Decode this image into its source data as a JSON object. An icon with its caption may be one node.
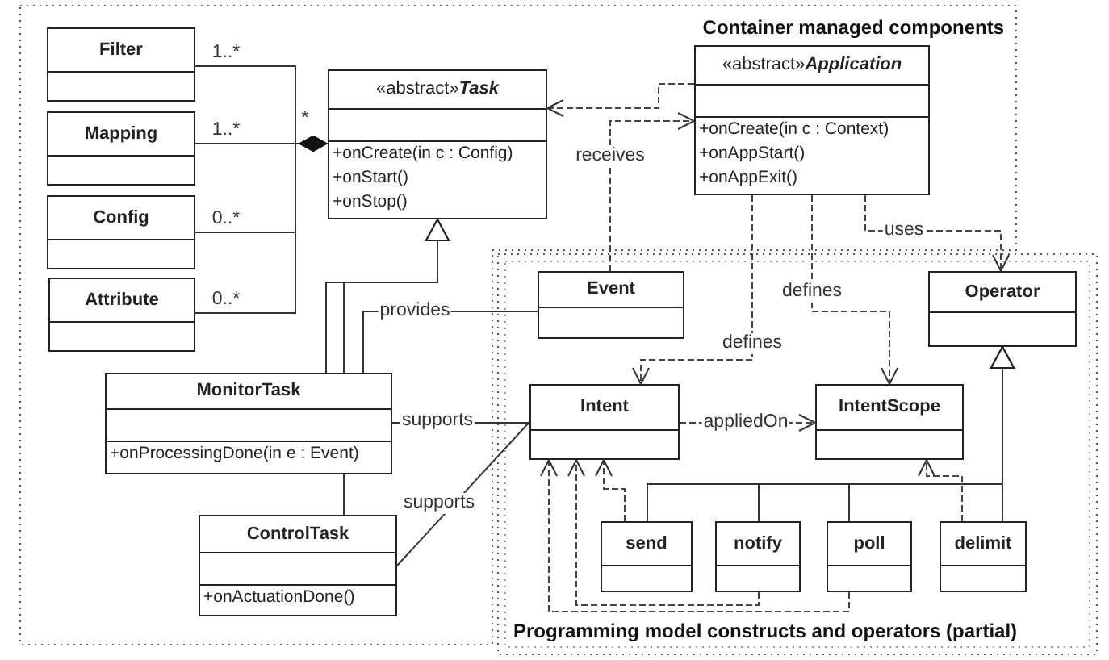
{
  "diagram": {
    "nodes": [
      {
        "text": [
          "Container managed components"
        ]
      },
      {
        "text": [
          "Filter"
        ],
        "in": 0
      },
      {
        "text": [
          "Mapping"
        ],
        "in": 0
      },
      {
        "text": [
          "Config"
        ],
        "in": 0
      },
      {
        "text": [
          "Attribute"
        ],
        "in": 0
      },
      {
        "text": [
          "«abstract»**Task**",
          "+onCreate(in c : Config)",
          "+onStart()",
          "+onStop()"
        ],
        "in": 0
      },
      {
        "text": [
          "«abstract»**Application**",
          "+onCreate(in c : Context)",
          "+onAppStart()",
          "+onAppExit()"
        ],
        "in": 0
      },
      {
        "text": [
          "MonitorTask",
          "+onProcessingDone(in e : Event)"
        ],
        "in": 0
      },
      {
        "text": [
          "ControlTask",
          "+onActuationDone()"
        ],
        "in": 0
      },
      {
        "text": [
          "Programming model constructs and operators (partial)"
        ]
      },
      {
        "text": [
          "Event"
        ],
        "in": 9
      },
      {
        "text": [
          "Operator"
        ],
        "in": 9
      },
      {
        "text": [
          "Intent"
        ],
        "in": 9
      },
      {
        "text": [
          "IntentScope"
        ],
        "in": 9
      },
      {
        "text": [
          "send"
        ],
        "in": 9
      },
      {
        "text": [
          "notify"
        ],
        "in": 9
      },
      {
        "text": [
          "poll"
        ],
        "in": 9
      },
      {
        "text": [
          "delimit"
        ],
        "in": 9
      }
    ],
    "edges": [
      {
        "from": 1,
        "to": 5,
        "arrow": "other",
        "label": "1..*"
      },
      {
        "from": 2,
        "to": 5,
        "arrow": "other",
        "label": "1..*"
      },
      {
        "from": 3,
        "to": 5,
        "arrow": "other",
        "label": "0..*"
      },
      {
        "from": 4,
        "to": 5,
        "arrow": "other",
        "label": "0..*"
      },
      {
        "from": 6,
        "to": 5,
        "arrow": "to",
        "style": "dashed"
      },
      {
        "from": 10,
        "to": 6,
        "arrow": "to",
        "style": "dashed",
        "label": "receives"
      },
      {
        "from": 6,
        "to": 11,
        "arrow": "to",
        "style": "dashed",
        "label": "uses"
      },
      {
        "from": 6,
        "to": 12,
        "arrow": "to",
        "style": "dashed",
        "label": "defines"
      },
      {
        "from": 6,
        "to": 13,
        "arrow": "to",
        "style": "dashed",
        "label": "defines"
      },
      {
        "from": 12,
        "to": 13,
        "arrow": "to",
        "style": "dashed",
        "label": "appliedOn"
      },
      {
        "from": 7,
        "to": 5,
        "arrow": "to"
      },
      {
        "from": 7,
        "to": 5,
        "arrow": "to"
      },
      {
        "from": 8,
        "to": 7,
        "arrow": "none"
      },
      {
        "from": 7,
        "to": 10,
        "arrow": "none",
        "label": "provides"
      },
      {
        "from": 7,
        "to": 12,
        "arrow": "none",
        "label": "supports"
      },
      {
        "from": 8,
        "to": 12,
        "arrow": "none",
        "label": "supports"
      },
      {
        "from": 14,
        "to": 11,
        "arrow": "to"
      },
      {
        "from": 15,
        "to": 11,
        "arrow": "to"
      },
      {
        "from": 16,
        "to": 11,
        "arrow": "to"
      },
      {
        "from": 17,
        "to": 11,
        "arrow": "to"
      },
      {
        "from": 14,
        "to": 12,
        "arrow": "to",
        "style": "dashed"
      },
      {
        "from": 15,
        "to": 12,
        "arrow": "to",
        "style": "dashed"
      },
      {
        "from": 16,
        "to": 12,
        "arrow": "to",
        "style": "dashed"
      },
      {
        "from": 17,
        "to": 13,
        "arrow": "to",
        "style": "dashed"
      }
    ],
    "labels": [
      "*"
    ]
  }
}
